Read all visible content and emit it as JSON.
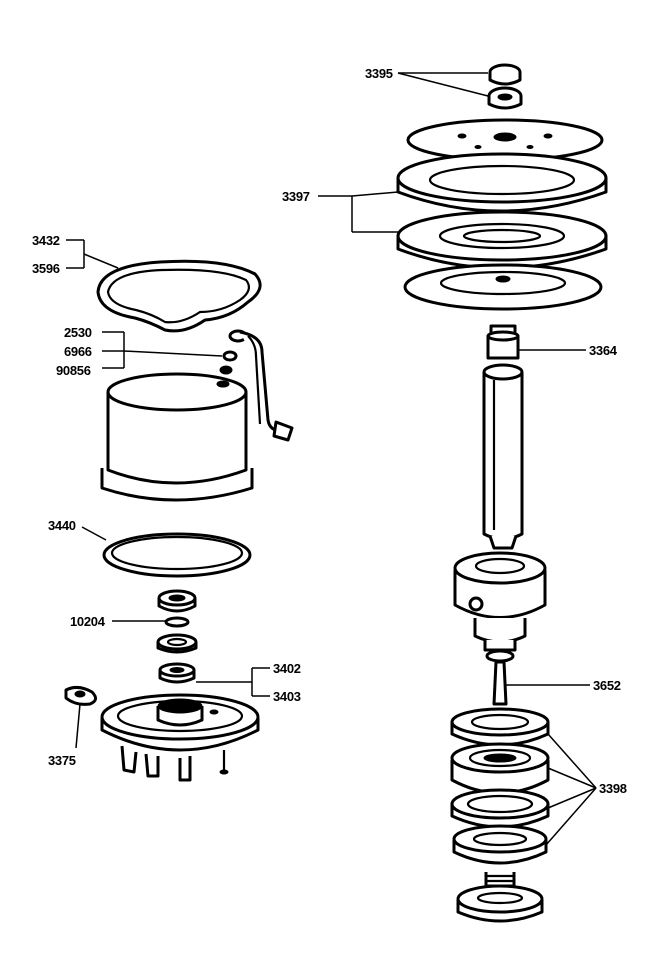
{
  "labels": {
    "p3395": "3395",
    "p3397": "3397",
    "p3432": "3432",
    "p3596": "3596",
    "p2530": "2530",
    "p6966": "6966",
    "p90856": "90856",
    "p3364": "3364",
    "p3440": "3440",
    "p10204": "10204",
    "p3402": "3402",
    "p3403": "3403",
    "p3375": "3375",
    "p3652": "3652",
    "p3398": "3398"
  }
}
